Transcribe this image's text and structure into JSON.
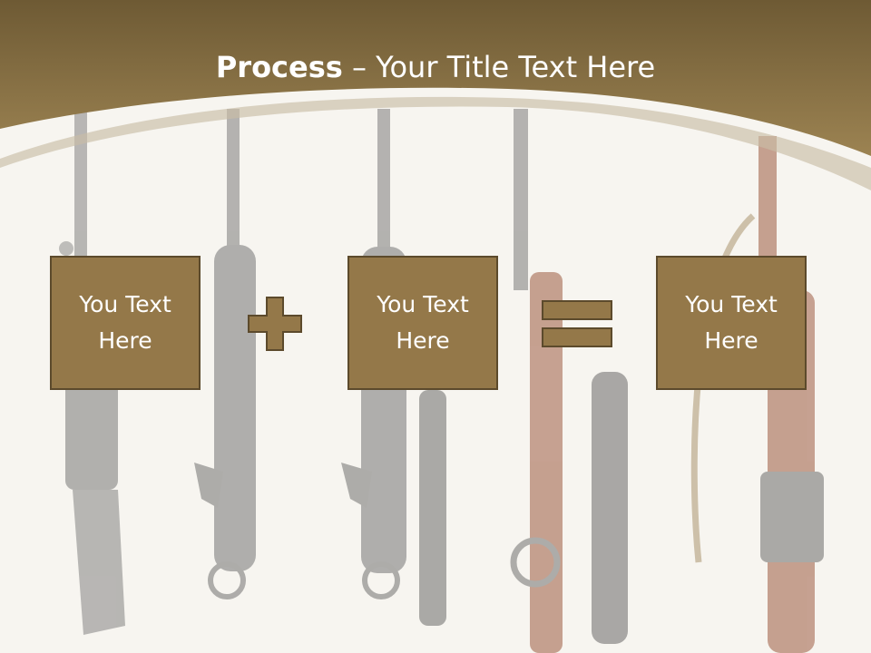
{
  "slide": {
    "title_bold": "Process",
    "title_rest": " – Your Title Text Here",
    "boxes": [
      {
        "text": "You Text Here"
      },
      {
        "text": "You Text Here"
      },
      {
        "text": "You Text Here"
      }
    ],
    "operators": [
      "plus-icon",
      "equals-icon"
    ],
    "colors": {
      "header_dark": "#6e5a34",
      "header_light": "#9c8352",
      "box_fill": "#947849",
      "box_border": "#5c4a2c",
      "background": "#f7f5f0"
    }
  }
}
